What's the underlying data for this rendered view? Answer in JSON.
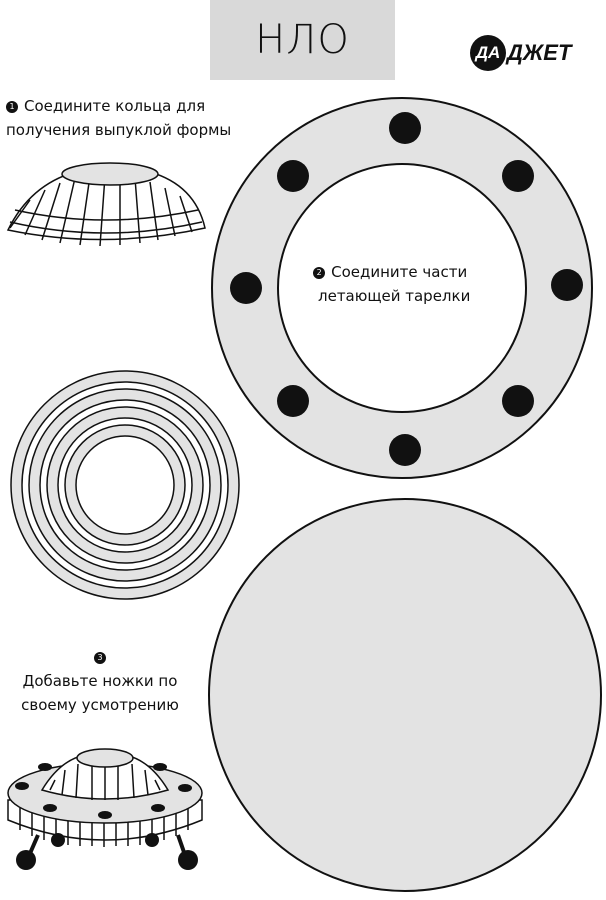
{
  "header": {
    "title": "НЛО",
    "logo_circle": "ДА",
    "logo_rest": "ДЖЕТ"
  },
  "steps": [
    {
      "number": "1",
      "line1": "Соедините кольца для",
      "line2": "получения выпуклой формы"
    },
    {
      "number": "2",
      "line1": "Соедините части",
      "line2": "летающей тарелки"
    },
    {
      "number": "3",
      "line1": "Добавьте ножки по",
      "line2": "своему усмотрению"
    }
  ],
  "colors": {
    "fill": "#e3e3e3",
    "ink": "#111111",
    "title_bg": "#d9d9d9"
  }
}
